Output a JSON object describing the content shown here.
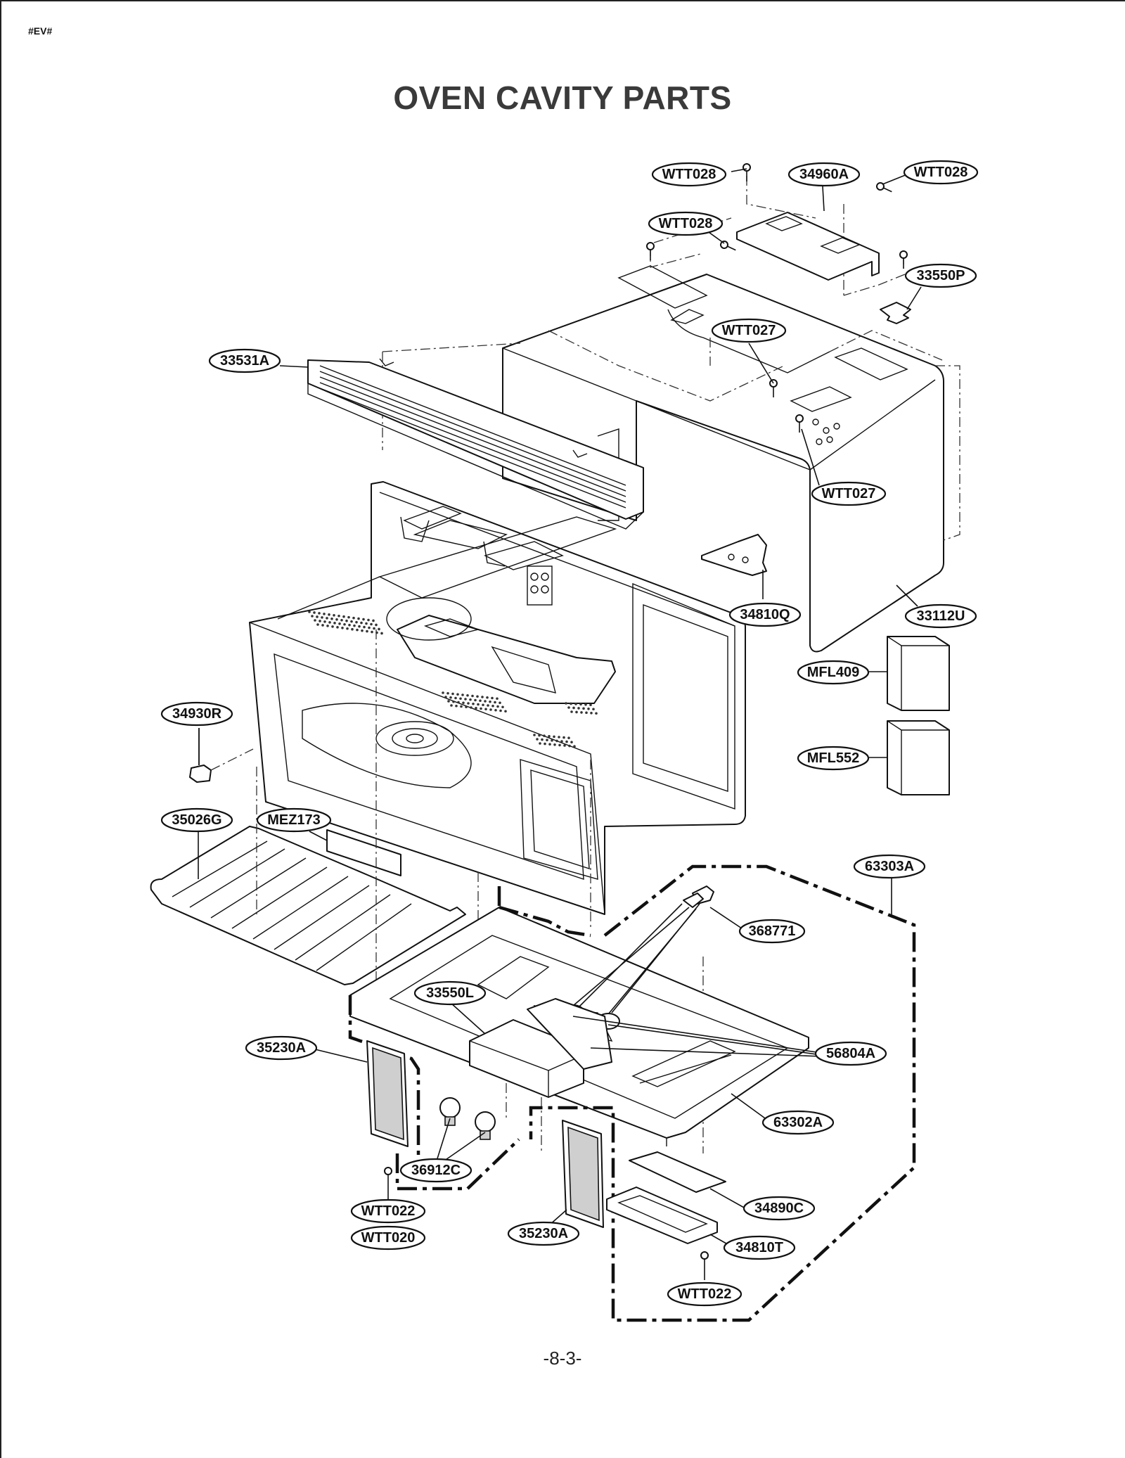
{
  "header_code": "#EV#",
  "title": "OVEN CAVITY PARTS",
  "page_number": "-8-3-",
  "part_labels": [
    {
      "id": "wtt028-a",
      "text": "WTT028"
    },
    {
      "id": "34960a",
      "text": "34960A"
    },
    {
      "id": "wtt028-b",
      "text": "WTT028"
    },
    {
      "id": "wtt028-c",
      "text": "WTT028"
    },
    {
      "id": "33550p",
      "text": "33550P"
    },
    {
      "id": "wtt027-a",
      "text": "WTT027"
    },
    {
      "id": "33531a",
      "text": "33531A"
    },
    {
      "id": "wtt027-b",
      "text": "WTT027"
    },
    {
      "id": "34810q",
      "text": "34810Q"
    },
    {
      "id": "33112u",
      "text": "33112U"
    },
    {
      "id": "mfl409",
      "text": "MFL409"
    },
    {
      "id": "mfl552",
      "text": "MFL552"
    },
    {
      "id": "34930r",
      "text": "34930R"
    },
    {
      "id": "35026g",
      "text": "35026G"
    },
    {
      "id": "mez173",
      "text": "MEZ173"
    },
    {
      "id": "63303a",
      "text": "63303A"
    },
    {
      "id": "368771",
      "text": "368771"
    },
    {
      "id": "33550l",
      "text": "33550L"
    },
    {
      "id": "56804a",
      "text": "56804A"
    },
    {
      "id": "35230a-a",
      "text": "35230A"
    },
    {
      "id": "63302a",
      "text": "63302A"
    },
    {
      "id": "36912c",
      "text": "36912C"
    },
    {
      "id": "34890c",
      "text": "34890C"
    },
    {
      "id": "wtt022-a",
      "text": "WTT022"
    },
    {
      "id": "wtt020",
      "text": "WTT020"
    },
    {
      "id": "35230a-b",
      "text": "35230A"
    },
    {
      "id": "34810t",
      "text": "34810T"
    },
    {
      "id": "wtt022-b",
      "text": "WTT022"
    }
  ]
}
